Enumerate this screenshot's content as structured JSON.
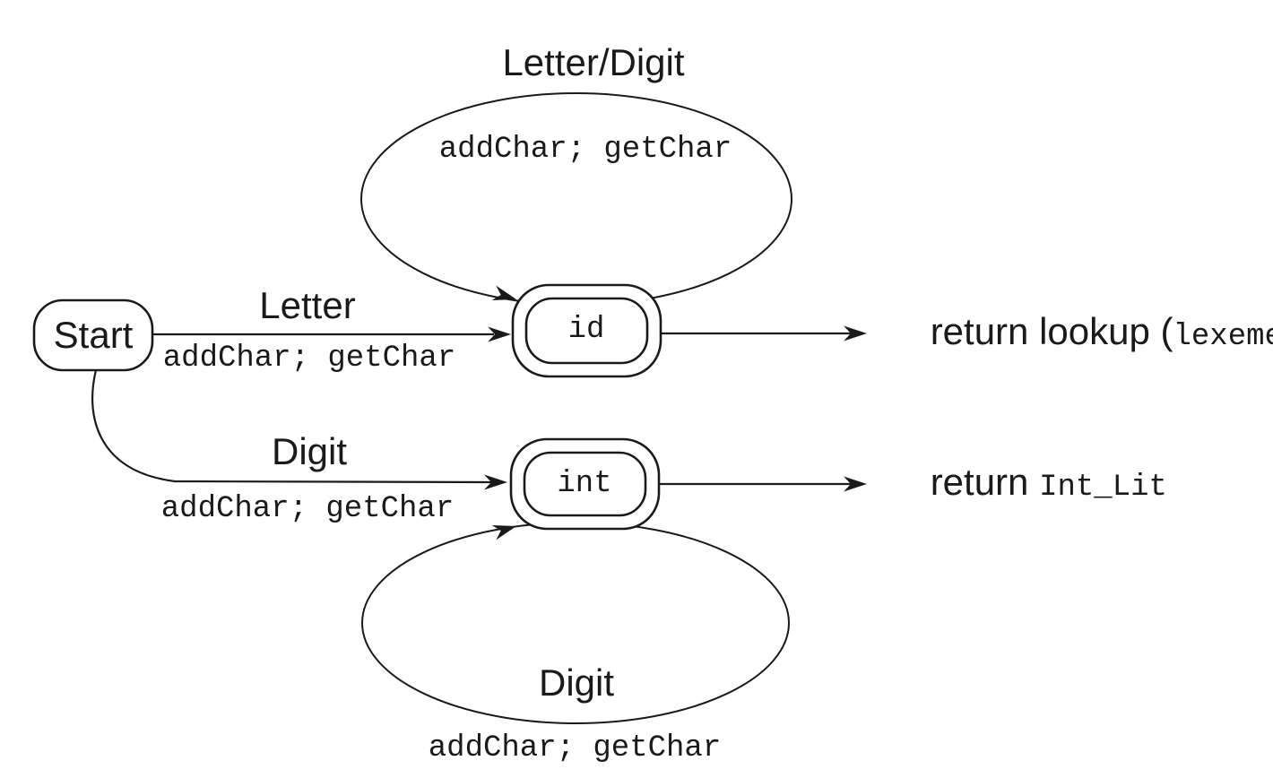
{
  "figure": {
    "type": "state-transition-diagram",
    "background": "#ffffff",
    "ink": "#1a1a1a"
  },
  "states": {
    "start": {
      "label": "Start",
      "kind": "start-state"
    },
    "id": {
      "label": "id",
      "kind": "accepting-state"
    },
    "int": {
      "label": "int",
      "kind": "accepting-state"
    }
  },
  "edges": {
    "id_self_loop": {
      "condition": "Letter/Digit",
      "action": "addChar; getChar"
    },
    "start_to_id": {
      "condition": "Letter",
      "action": "addChar; getChar"
    },
    "start_to_int": {
      "condition": "Digit",
      "action": "addChar; getChar"
    },
    "int_self_loop": {
      "condition": "Digit",
      "action": "addChar; getChar"
    },
    "id_exit": {
      "prefix": "return lookup (",
      "code": "lexeme",
      "suffix": ")"
    },
    "int_exit": {
      "prefix": "return ",
      "code": "Int_Lit",
      "suffix": ""
    }
  }
}
